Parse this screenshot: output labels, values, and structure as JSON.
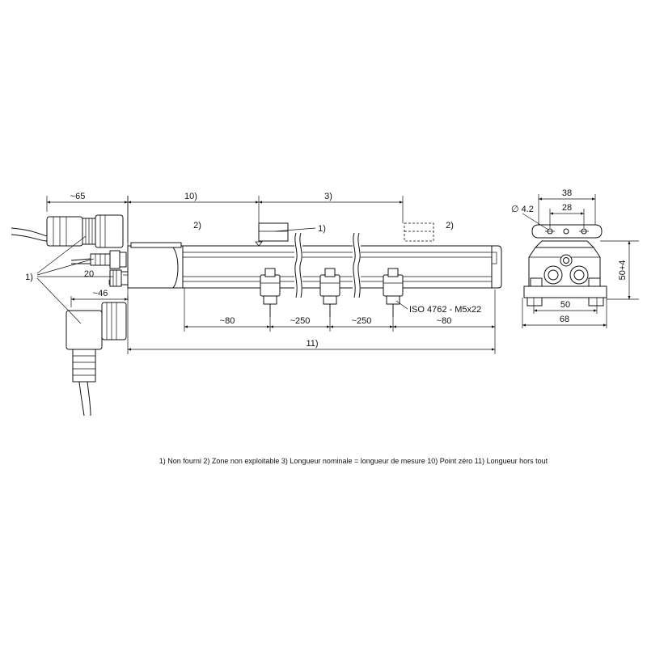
{
  "dimensions": {
    "d_65": "~65",
    "d_10": "10)",
    "d_3": "3)",
    "d_2_left": "2)",
    "d_1_top": "1)",
    "d_2_right": "2)",
    "d_1_left": "1)",
    "d_20": "20",
    "d_46": "~46",
    "d_80_left": "~80",
    "d_250_a": "~250",
    "d_250_b": "~250",
    "d_80_right": "~80",
    "d_11": "11)",
    "screw": "ISO 4762 - M5x22",
    "d_38": "38",
    "d_28": "28",
    "d_phi": "∅ 4.2",
    "d_50_4": "50+4",
    "d_50": "50",
    "d_68": "68"
  },
  "legend": {
    "text": "1) Non fourni  2) Zone non exploitable  3) Longueur nominale = longueur de mesure  10) Point zéro  11) Longueur hors tout"
  }
}
